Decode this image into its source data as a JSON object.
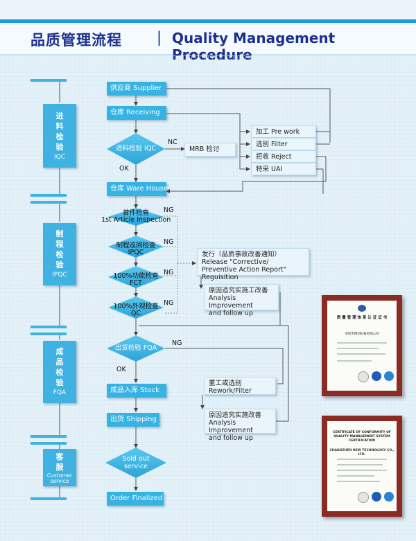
{
  "header": {
    "title_cn": "品质管理流程",
    "separator": "|",
    "title_en": "Quality Management Procedure"
  },
  "sections": [
    {
      "cn": [
        "进",
        "料",
        "检",
        "验"
      ],
      "en": "IQC"
    },
    {
      "cn": [
        "制",
        "程",
        "检",
        "验"
      ],
      "en": "IPQC"
    },
    {
      "cn": [
        "成",
        "品",
        "检",
        "验"
      ],
      "en": "FQA"
    },
    {
      "cn": [
        "客",
        "服"
      ],
      "en": "Customer service"
    }
  ],
  "steps": {
    "supplier": "供应商 Supplier",
    "receiving": "仓库 Receiving",
    "iqc": "进料检验 IQC",
    "warehouse": "仓库 Ware House",
    "first_article_cn": "首件检查",
    "first_article_en": "1st Article Inspection",
    "ipqc_cn": "制程巡回检查",
    "ipqc_en": "IPQC",
    "fct_cn": "100%功能检查",
    "fct_en": "FCT",
    "qc_cn": "100%外观检查",
    "qc_en": "QC",
    "fqa": "出货检验 FQA",
    "stock": "成品入库 Stock",
    "shipping": "出货 Shipping",
    "sold_out": "Sold out\nservice",
    "order_finalized": "Order Finalized"
  },
  "mrb": {
    "label": "MRB 检讨",
    "options": [
      "加工 Pre work",
      "选别 Filter",
      "拒收 Reject",
      "特采 UAI"
    ]
  },
  "labels": {
    "nc": "NC",
    "ok": "OK",
    "ng": "NG"
  },
  "notes": {
    "car_cn": "发行（品质事故改善通知）",
    "car_en1": "Release  \"Corrective/",
    "car_en2": "Preventive Action Report\"  Reguisition",
    "analysis_cn": "原因追究实施工改善",
    "analysis_en": "Analysis Improvement\nand follow up",
    "rework_cn": "重工或选别",
    "rework_en": "Rework/Filter",
    "analysis2_cn": "原因追究实施改善",
    "analysis2_en": "Analysis Improvement\nand follow up"
  },
  "certificates": [
    {
      "title": "质 量 管 理 体 系 认 证 证 书",
      "company": "深圳市德创科技有限公司"
    },
    {
      "title": "CERTIFICATE OF CONFORMITY OF QUALITY MANAGEMENT SYSTEM CERTIFICATION",
      "company": "CHANGZHEN NEW TECHNOLOGY CO., LTD."
    }
  ]
}
